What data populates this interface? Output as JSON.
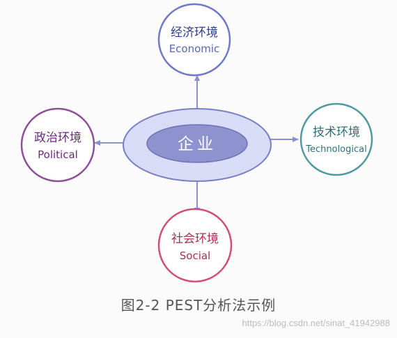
{
  "center": {
    "label": "企业",
    "ring_color": "#d8dcf6",
    "core_color": "#8e92cf",
    "stroke_color": "#7a7fc4"
  },
  "nodes": {
    "economic": {
      "cn": "经济环境",
      "en": "Economic",
      "color": "#6f79c9"
    },
    "political": {
      "cn": "政治环境",
      "en": "Political",
      "color": "#8e4f98"
    },
    "technological": {
      "cn": "技术环境",
      "en": "Technological",
      "color": "#4f9aa0"
    },
    "social": {
      "cn": "社会环境",
      "en": "Social",
      "color": "#d0506f"
    }
  },
  "arrow_color": "#8a8fd0",
  "caption": "图2-2   PEST分析法示例",
  "watermark": "https://blog.csdn.net/sinat_41942988"
}
